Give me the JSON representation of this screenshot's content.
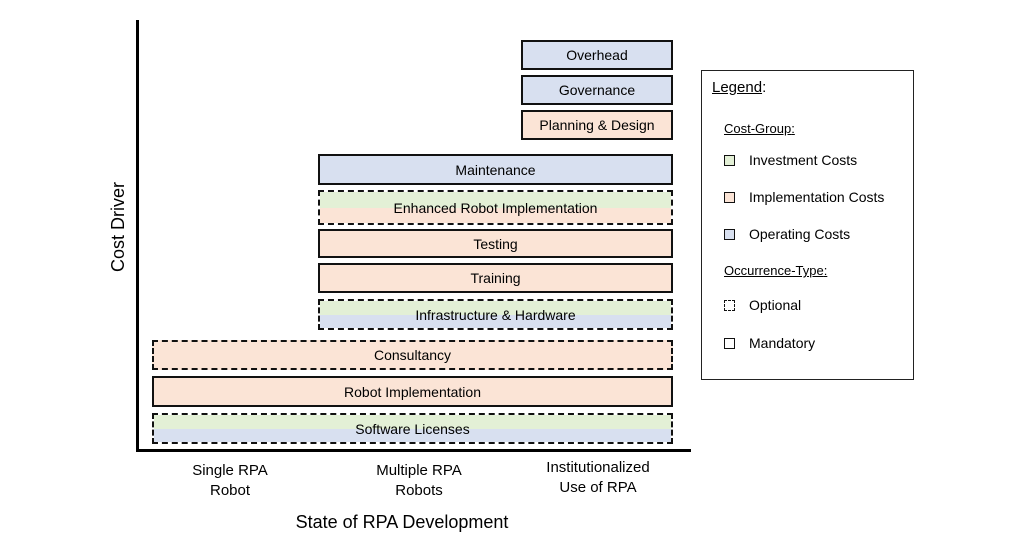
{
  "axes": {
    "ylabel": "Cost Driver",
    "xlabel": "State of RPA Development",
    "stages": [
      "Single RPA\nRobot",
      "Multiple RPA\nRobots",
      "Institutionalized\nUse of RPA"
    ]
  },
  "bars": {
    "overhead": "Overhead",
    "governance": "Governance",
    "planning": "Planning & Design",
    "maintenance": "Maintenance",
    "enhanced": "Enhanced Robot Implementation",
    "testing": "Testing",
    "training": "Training",
    "infrastructure": "Infrastructure &  Hardware",
    "consultancy": "Consultancy",
    "robot_impl": "Robot Implementation",
    "software": "Software Licenses"
  },
  "legend": {
    "title": "Legend",
    "title_suffix": ":",
    "cost_group": "Cost-Group",
    "cost_group_suffix": ":",
    "investment": "Investment Costs",
    "implementation": "Implementation Costs",
    "operating": "Operating Costs",
    "occurrence": "Occurrence-Type",
    "occurrence_suffix": ":",
    "optional": "Optional",
    "mandatory": "Mandatory"
  },
  "colors": {
    "investment": "#e3f0d6",
    "implementation": "#fbe4d6",
    "operating": "#d8e0f0"
  }
}
